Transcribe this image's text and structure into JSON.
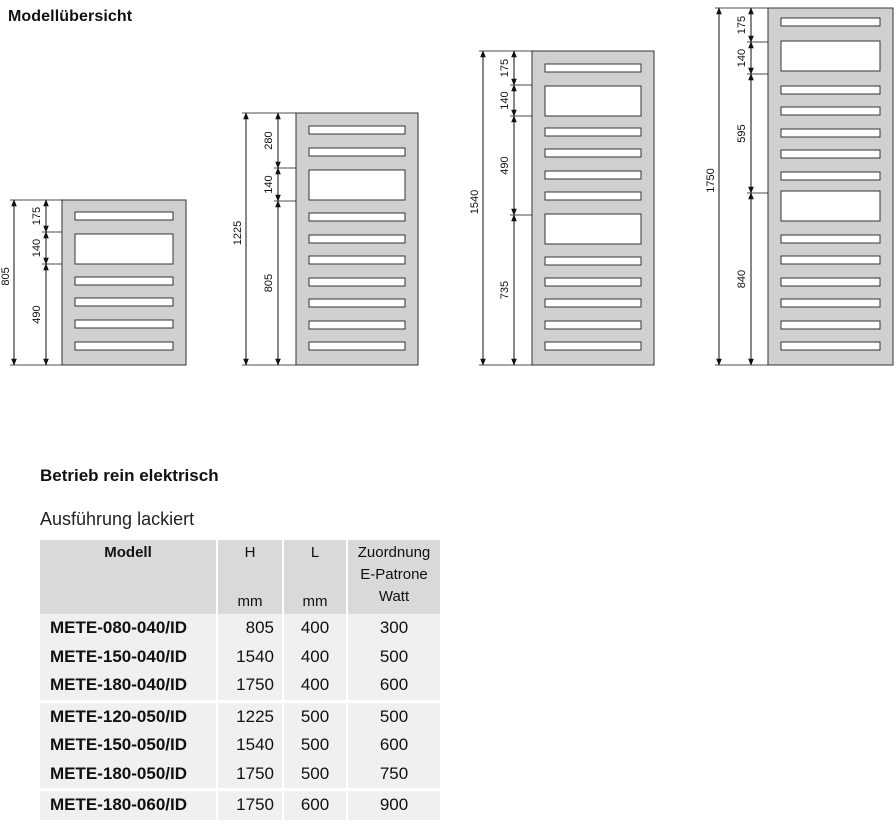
{
  "page_title": "Modellübersicht",
  "models_overview": [
    {
      "total": "805",
      "segments": [
        "175",
        "140",
        "490"
      ]
    },
    {
      "total": "1225",
      "segments": [
        "280",
        "140",
        "805"
      ]
    },
    {
      "total": "1540",
      "segments": [
        "175",
        "140",
        "490",
        "735"
      ]
    },
    {
      "total": "1750",
      "segments": [
        "175",
        "140",
        "595",
        "840"
      ]
    }
  ],
  "section_title": "Betrieb rein elektrisch",
  "section_subtitle": "Ausführung lackiert",
  "table": {
    "headers": {
      "model": "Modell",
      "h": "H",
      "h_unit": "mm",
      "l": "L",
      "l_unit": "mm",
      "w_line1": "Zuordnung",
      "w_line2": "E-Patrone",
      "w_unit": "Watt"
    },
    "rows": [
      {
        "model": "METE-080-040/ID",
        "h": "805",
        "l": "400",
        "w": "300"
      },
      {
        "model": "METE-150-040/ID",
        "h": "1540",
        "l": "400",
        "w": "500"
      },
      {
        "model": "METE-180-040/ID",
        "h": "1750",
        "l": "400",
        "w": "600"
      },
      {
        "model": "METE-120-050/ID",
        "h": "1225",
        "l": "500",
        "w": "500"
      },
      {
        "model": "METE-150-050/ID",
        "h": "1540",
        "l": "500",
        "w": "600"
      },
      {
        "model": "METE-180-050/ID",
        "h": "1750",
        "l": "500",
        "w": "750"
      },
      {
        "model": "METE-180-060/ID",
        "h": "1750",
        "l": "600",
        "w": "900"
      }
    ]
  }
}
